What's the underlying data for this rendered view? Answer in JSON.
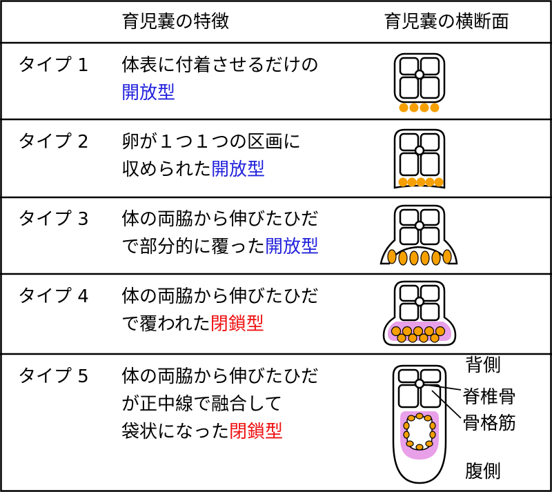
{
  "header": {
    "features": "育児嚢の特徴",
    "cross_section": "育児嚢の横断面"
  },
  "rows": [
    {
      "label": "タイプ 1",
      "lines": [
        [
          {
            "t": "体表に付着させるだけの",
            "c": ""
          }
        ],
        [
          {
            "t": "開放型",
            "c": "blue"
          }
        ]
      ]
    },
    {
      "label": "タイプ 2",
      "lines": [
        [
          {
            "t": "卵が１つ１つの区画に",
            "c": ""
          }
        ],
        [
          {
            "t": "収められた",
            "c": ""
          },
          {
            "t": "開放型",
            "c": "blue"
          }
        ]
      ]
    },
    {
      "label": "タイプ 3",
      "lines": [
        [
          {
            "t": "体の両脇から伸びたひだ",
            "c": ""
          }
        ],
        [
          {
            "t": "で部分的に覆った",
            "c": ""
          },
          {
            "t": "開放型",
            "c": "blue"
          }
        ]
      ]
    },
    {
      "label": "タイプ 4",
      "lines": [
        [
          {
            "t": "体の両脇から伸びたひだ",
            "c": ""
          }
        ],
        [
          {
            "t": "で覆われた",
            "c": ""
          },
          {
            "t": "閉鎖型",
            "c": "red"
          }
        ]
      ]
    },
    {
      "label": "タイプ 5",
      "lines": [
        [
          {
            "t": "体の両脇から伸びたひだ",
            "c": ""
          }
        ],
        [
          {
            "t": "が正中線で融合して",
            "c": ""
          }
        ],
        [
          {
            "t": "袋状になった",
            "c": ""
          },
          {
            "t": "閉鎖型",
            "c": "red"
          }
        ]
      ]
    }
  ],
  "annotations": {
    "dorsal": "背側",
    "vertebra": "脊椎骨",
    "muscle": "骨格筋",
    "ventral": "腹側"
  },
  "colors": {
    "open_type": "#2222dd",
    "closed_type": "#ee1111",
    "egg": "#f5a000",
    "pouch": "#e8a0e8",
    "line": "#000000"
  }
}
